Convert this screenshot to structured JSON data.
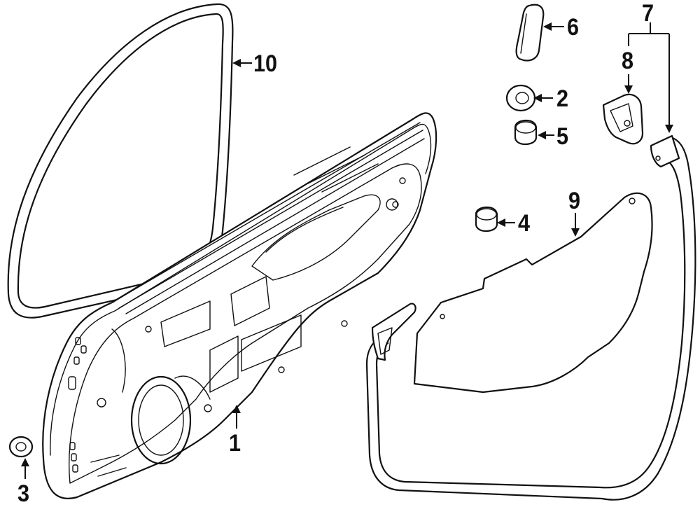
{
  "diagram": {
    "parts": [
      {
        "id": "part-1",
        "label": "1"
      },
      {
        "id": "part-2",
        "label": "2"
      },
      {
        "id": "part-3",
        "label": "3"
      },
      {
        "id": "part-4",
        "label": "4"
      },
      {
        "id": "part-5",
        "label": "5"
      },
      {
        "id": "part-6",
        "label": "6"
      },
      {
        "id": "part-7",
        "label": "7"
      },
      {
        "id": "part-8",
        "label": "8"
      },
      {
        "id": "part-9",
        "label": "9"
      },
      {
        "id": "part-10",
        "label": "10"
      }
    ]
  }
}
